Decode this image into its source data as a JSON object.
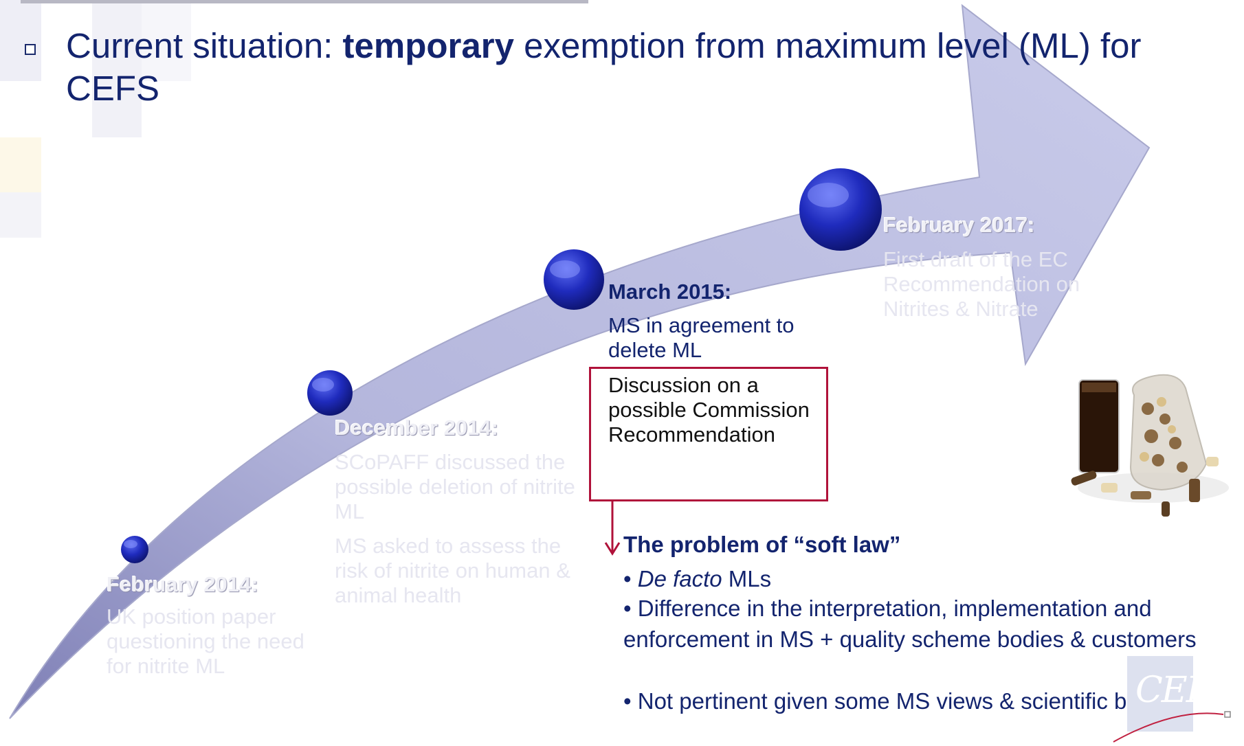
{
  "title": {
    "prefix": "Current situation: ",
    "bold": "temporary",
    "suffix": " exemption from maximum level (ML) for CEFS"
  },
  "events": [
    {
      "date": "February 2014:",
      "text": "UK position paper questioning the need for nitrite ML"
    },
    {
      "date": "December 2014:",
      "text1": " SCoPAFF discussed the possible deletion of nitrite ML",
      "text2": "MS asked to assess the risk of nitrite on human & animal health"
    },
    {
      "date": "March 2015:",
      "text1": "MS in agreement to delete ML",
      "text2": "Discussion on a possible Commission Recommendation"
    },
    {
      "date": "February 2017:",
      "text": "First draft of the EC Recommendation on Nitrites & Nitrate"
    }
  ],
  "problem": {
    "heading": "The problem of “soft law”",
    "bullet1_italic": "De facto",
    "bullet1_rest": " MLs",
    "bullet2": "Difference in the interpretation, implementation and enforcement in MS + quality scheme bodies & customers",
    "bullet3": "Not pertinent given some MS views & scientific bodies",
    "bullet_char": "•"
  },
  "logo": {
    "text": "CEFS"
  },
  "colors": {
    "title": "#13246e",
    "box_border": "#b0123a",
    "arrow": "#b4b6dc",
    "node": "#1a23a8"
  }
}
